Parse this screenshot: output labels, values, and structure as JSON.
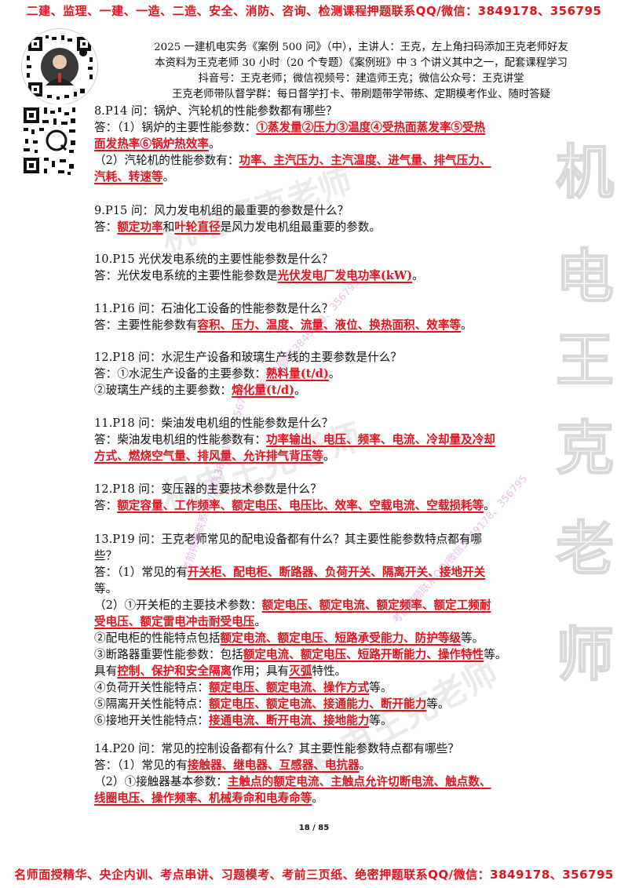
{
  "banners": {
    "top": "二建、监理、一建、一造、二造、安全、消防、咨询、检测课程押题联系QQ/微信：3849178、356795",
    "bottom": "名师面授精华、央企内训、考点串讲、习题模考、考前三页纸、绝密押题联系QQ/微信：3849178、356795"
  },
  "header": {
    "line1": "2025 一建机电实务《案例 500 问》（中），主讲人：王克，左上角扫码添加王克老师好友",
    "line2": "本资料为王克老师 30 小时（20 个专题）《案例班》中 3 个讲义其中之一，配套课程学习",
    "line3": "抖音号：王克老师；微信视频号：建造师王克；微信公众号：王克讲堂",
    "line4": "王克老师带队督学群：每日督学打卡、带刷题带学带练、定期模考作业、随时答疑"
  },
  "watermarks": {
    "side": [
      "机",
      "电",
      "王",
      "克",
      "老",
      "师"
    ],
    "diag1": "机电王克老师",
    "diag2": "机电王克老师",
    "diag3": "机电王克老师",
    "small1": "联系QQ/微信3849178、356795",
    "small2": "考前押题联系QQ/微信3849178、356795",
    "small3": "考前押题联系QQ/微信3849178、356795"
  },
  "q8": {
    "q": "8.P14 问：锅炉、汽轮机的性能参数都有哪些？",
    "a1_pre": "答：（1）锅炉的主要性能参数：",
    "a1_hl1": "①蒸发量②压力③温度④受热面蒸发率⑤受热",
    "a1_hl2": "面发热率⑥锅炉热效率",
    "a1_end": "。",
    "a2_pre": "（2）汽轮机的性能参数有：",
    "a2_hl1": "功率、主汽压力、主汽温度、进气量、排气压力、",
    "a2_hl2": "汽耗、转速等",
    "a2_end": "。"
  },
  "q9": {
    "q": "9.P15 问：风力发电机组的最重要的参数是什么？",
    "a_pre": "答：",
    "a_hl1": "额定功率",
    "a_mid": "和",
    "a_hl2": "叶轮直径",
    "a_end": "是风力发电机组最重要的参数。"
  },
  "q10": {
    "q": "10.P15 光伏发电系统的主要性能参数是什么？",
    "a_pre": "答：光伏发电系统的主要性能参数是",
    "a_hl": "光伏发电厂发电功率(kW)",
    "a_end": "。"
  },
  "q11a": {
    "q": "11.P16 问：石油化工设备的性能参数是什么？",
    "a_pre": "答：主要性能参数有",
    "a_hl": "容积、压力、温度、流量、液位、换热面积、效率等",
    "a_end": "。"
  },
  "q12a": {
    "q": "12.P18 问：水泥生产设备和玻璃生产线的主要参数是什么？",
    "a1_pre": "答：①水泥生产设备的主要参数：",
    "a1_hl": "熟料量(t/d)",
    "a1_end": "。",
    "a2_pre": "②玻璃生产线的主要参数：",
    "a2_hl": "熔化量(t/d)",
    "a2_end": "。"
  },
  "q11b": {
    "q": "11.P18 问：柴油发电机组的性能参数是什么？",
    "a_pre": "答：柴油发电机组的性能参数有：",
    "a_hl1": "功率输出、电压、频率、电流、冷却量及冷却",
    "a_hl2": "方式、燃烧空气量、排风量、允许排气背压等",
    "a_end": "。"
  },
  "q12b": {
    "q": "12.P18 问：变压器的主要技术参数是什么？",
    "a_pre": "答：",
    "a_hl": "额定容量、工作频率、额定电压、电压比、效率、空载电流、空载损耗等",
    "a_end": "。"
  },
  "q13": {
    "q1": "13.P19 问：王克老师常见的配电设备都有什么？其主要性能参数特点都有哪",
    "q2": "些？",
    "a1_pre": "答：（1）常见的有",
    "a1_hl": "开关柜、配电柜、断路器、负荷开关、隔离开关、接地开关",
    "a1_end": "等。",
    "a2_pre": "（2）①开关柜的主要技术参数：",
    "a2_hl1": "额定电压、额定电流、额定频率、额定工频耐",
    "a2_hl2": "受电压、额定雷电冲击耐受电压",
    "a2_end": "。",
    "a3_pre": "②配电柜的性能特点包括",
    "a3_hl": "额定电流、额定电压、短路承受能力、防护等级",
    "a3_end": "等。",
    "a4_pre": "③断路器重要性能参数：包括",
    "a4_hl": "额定电流、额定电压、短路开断能力、操作特性",
    "a4_end": "等。",
    "a5_pre": "具有",
    "a5_hl1": "控制、保护和安全隔离",
    "a5_mid": "作用；具有",
    "a5_hl2": "灭弧",
    "a5_end": "特性。",
    "a6_pre": "④负荷开关性能特点：",
    "a6_hl": "额定电压、额定电流、操作方式",
    "a6_end": "等。",
    "a7_pre": "⑤隔离开关性能特点：",
    "a7_hl": "额定电压、额定电流、接通能力、断开能力",
    "a7_end": "等。",
    "a8_pre": "⑥接地开关性能特点：",
    "a8_hl": "接通电流、断开电流、接地能力",
    "a8_end": "等。"
  },
  "q14": {
    "q": "14.P20 问：常见的控制设备都有什么？其主要性能参数特点都有哪些？",
    "a1_pre": "答：（1）常见的有",
    "a1_hl": "接触器、继电器、互感器、电抗器",
    "a1_end": "。",
    "a2_pre": "（2）①接触器基本参数：",
    "a2_hl1": "主触点的额定电流、主触点允许切断电流、触点数、",
    "a2_hl2": "线圈电压、操作频率、机械寿命和电寿命等",
    "a2_end": "。"
  },
  "page": "18 / 85"
}
